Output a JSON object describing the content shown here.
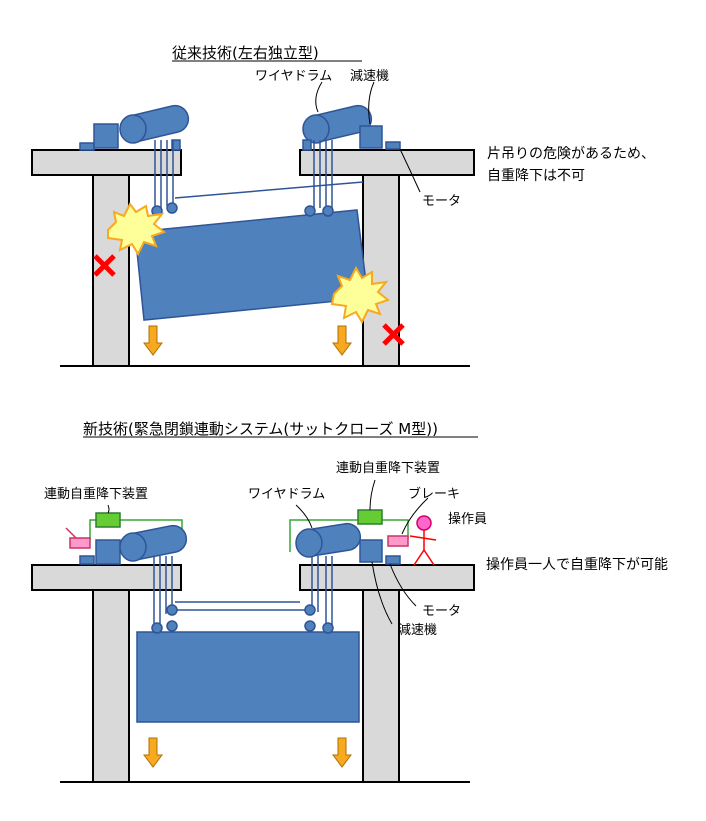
{
  "top": {
    "title": "従来技術(左右独立型)",
    "labels": {
      "wire_drum": "ワイヤドラム",
      "reducer": "減速機",
      "motor": "モータ"
    },
    "note_line1": "片吊りの危険があるため、",
    "note_line2": "自重降下は不可"
  },
  "bottom": {
    "title": "新技術(緊急閉鎖連動システム(サットクローズ M型))",
    "labels": {
      "linked_device_left": "連動自重降下装置",
      "linked_device_right": "連動自重降下装置",
      "wire_drum": "ワイヤドラム",
      "brake": "ブレーキ",
      "operator": "操作員",
      "motor": "モータ",
      "reducer": "減速機"
    },
    "note": "操作員一人で自重降下が可能"
  },
  "colors": {
    "concrete": "#d9d9d9",
    "gate_blue": "#4f81bd",
    "arrow_orange": "#f7a920",
    "cross_red": "#ff0000",
    "device_green": "#66cc33",
    "operator_pink": "#ff66cc"
  }
}
